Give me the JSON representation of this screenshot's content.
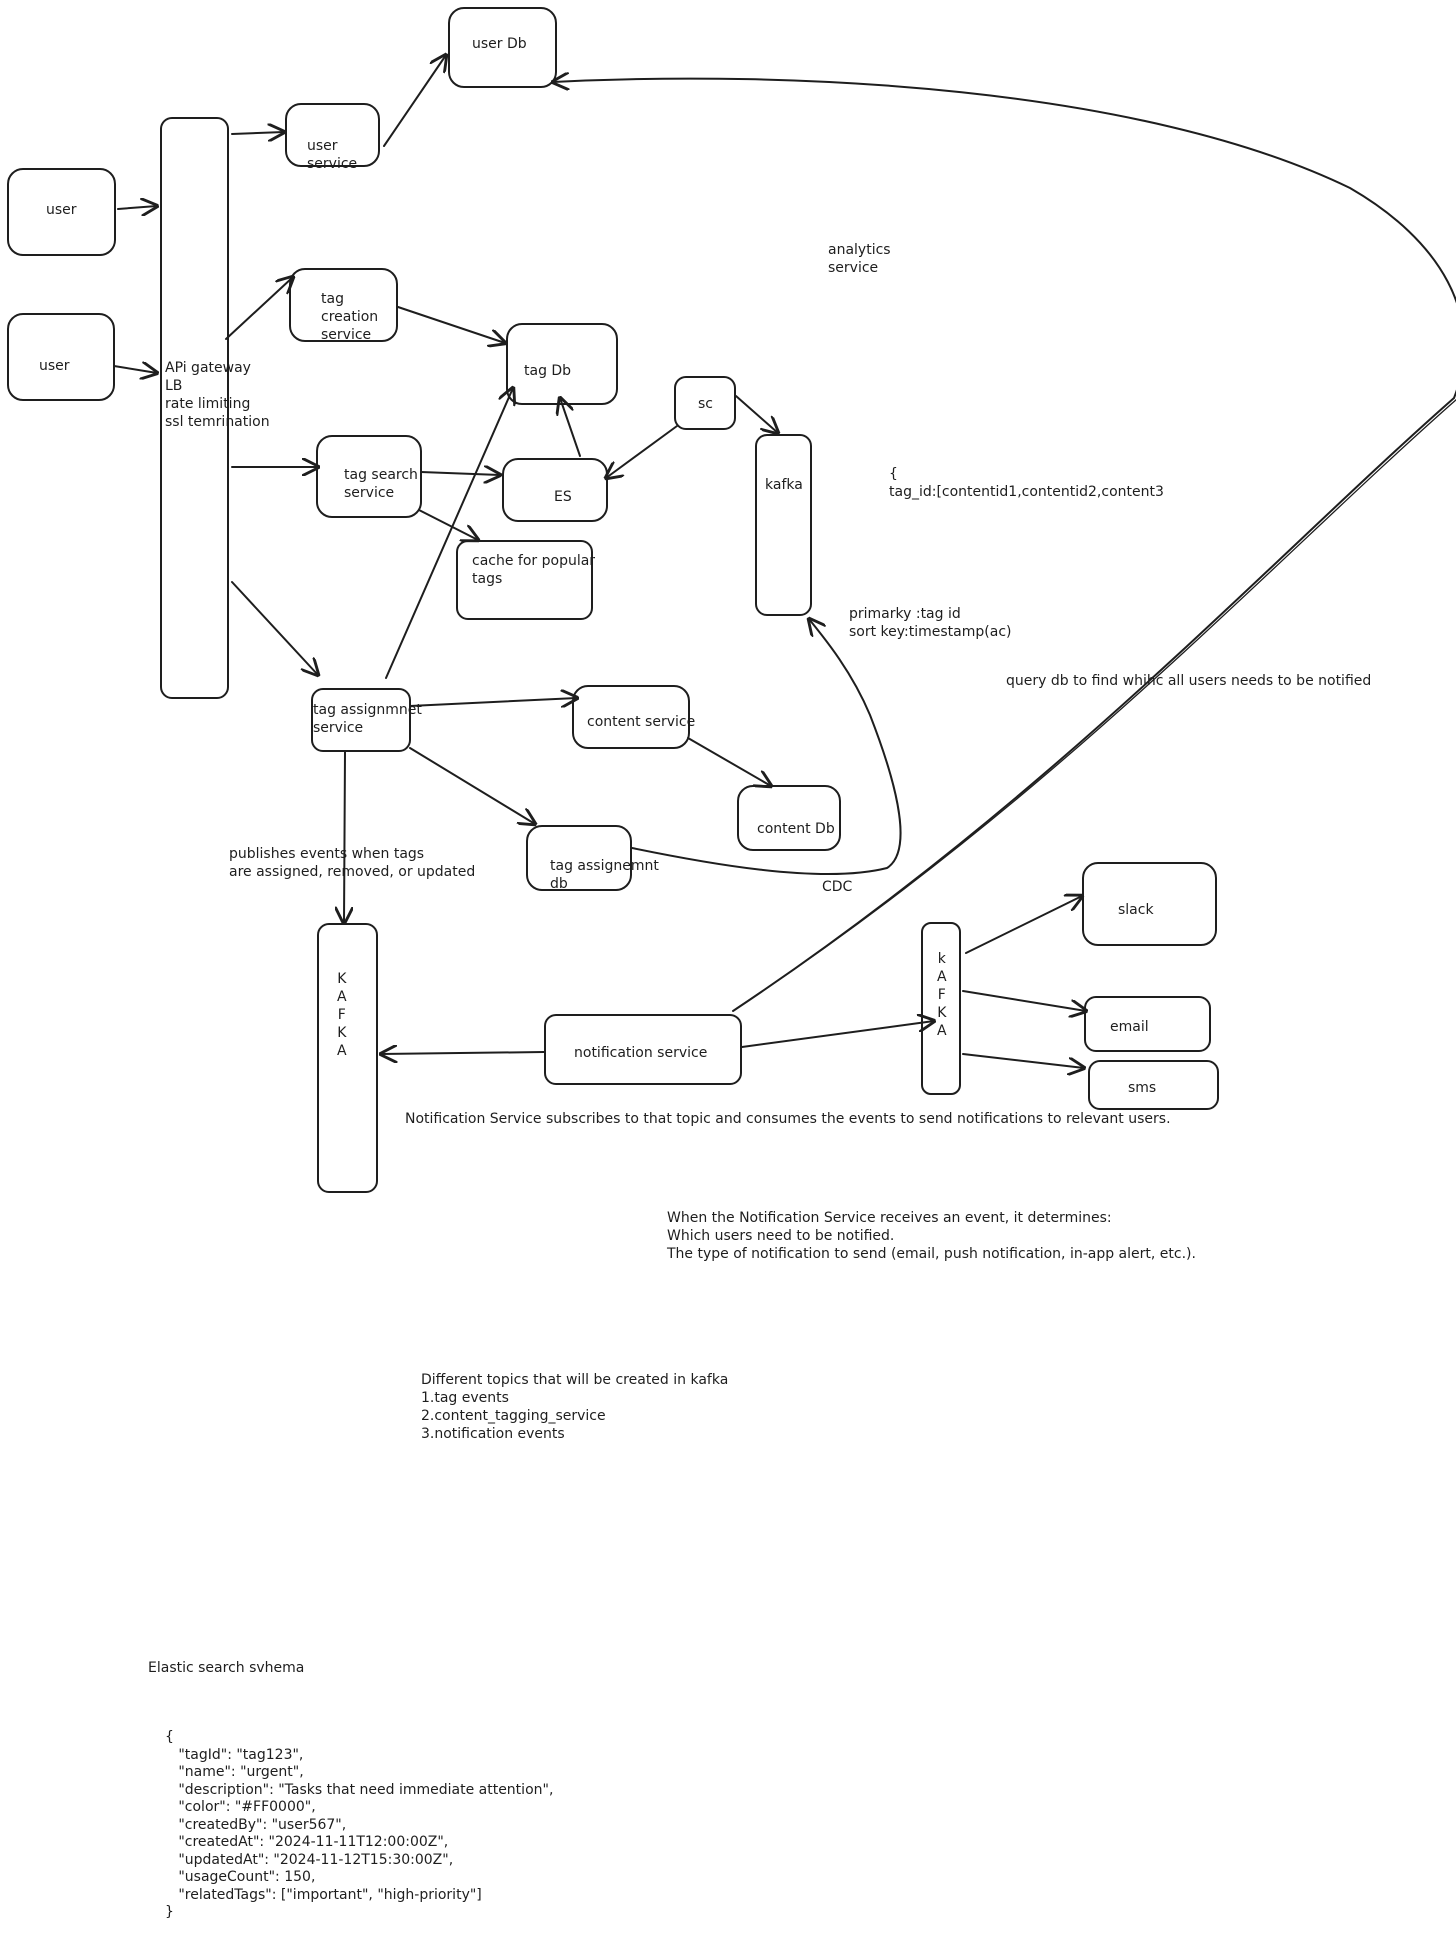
{
  "nodes": {
    "user1": "user",
    "user2": "user",
    "gateway": "APi gateway\nLB\nrate limiting\nssl temrination",
    "user_service": "user\nservice",
    "user_db": "user Db",
    "tag_creation": "tag\ncreation\nservice",
    "tag_db": "tag Db",
    "sc": "sc",
    "kafka_cdc": "kafka",
    "tag_search": "tag search\nservice",
    "es": "ES",
    "cache": "cache for popular\ntags",
    "tag_assignment": "tag assignmnet\nservice",
    "content_service": "content service",
    "content_db": "content Db",
    "tag_assignment_db": "tag assignemnt\ndb",
    "kafka_main": "K\nA\nF\nK\nA",
    "notification_service": "notification service",
    "kafka_notify": "k\nA\nF\nK\nA",
    "slack": "slack",
    "email": "email",
    "sms": "sms"
  },
  "notes": {
    "analytics": "analytics\nservice",
    "tag_map": "{\ntag_id:[contentid1,contentid2,content3",
    "keys": "primarky :tag id\nsort key:timestamp(ac)",
    "query": "query db to find whihc all users needs to be notified",
    "cdc": "CDC",
    "publishes": "publishes events when tags\nare assigned, removed, or updated",
    "subscribes": "Notification Service subscribes to that topic and consumes the events to send notifications to relevant users.",
    "determines": "When the Notification Service receives an event, it determines:\nWhich users need to be notified.\nThe type of notification to send (email, push notification, in-app alert, etc.).",
    "topics": "Different topics that will be created in kafka\n1.tag events\n2.content_tagging_service\n3.notification events",
    "es_schema_title": "Elastic search svhema",
    "es_schema_json": "{\n   \"tagId\": \"tag123\",\n   \"name\": \"urgent\",\n   \"description\": \"Tasks that need immediate attention\",\n   \"color\": \"#FF0000\",\n   \"createdBy\": \"user567\",\n   \"createdAt\": \"2024-11-11T12:00:00Z\",\n   \"updatedAt\": \"2024-11-12T15:30:00Z\",\n   \"usageCount\": 150,\n   \"relatedTags\": [\"important\", \"high-priority\"]\n}"
  },
  "colors": {
    "stroke": "#1e1e1e",
    "background": "#ffffff"
  }
}
